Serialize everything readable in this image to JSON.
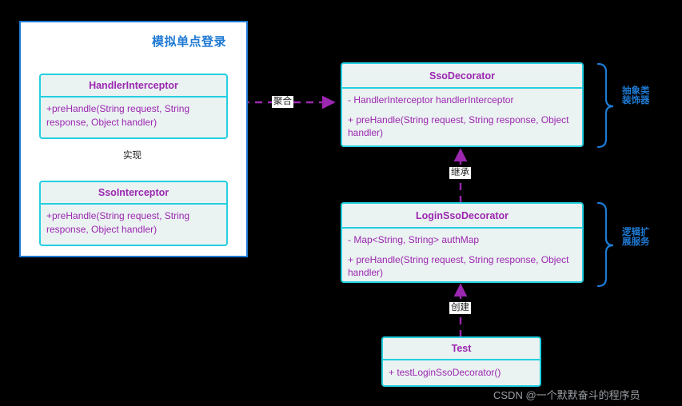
{
  "diagram": {
    "title": "模拟单点登录",
    "colors": {
      "background": "#000000",
      "group_border": "#1f7ad4",
      "group_fill": "#ffffff",
      "class_border": "#23cfe0",
      "class_fill": "#eaf2f2",
      "class_text": "#9c27b0",
      "connector": "#9c27b0",
      "annotation": "#1f7ad4",
      "watermark": "#9aa0a6"
    }
  },
  "classes": {
    "handler_interceptor": {
      "name": "HandlerInterceptor",
      "members": [
        "+preHandle(String request, String response, Object handler)"
      ]
    },
    "sso_interceptor": {
      "name": "SsoInterceptor",
      "members": [
        "+preHandle(String request, String response, Object handler)"
      ]
    },
    "sso_decorator": {
      "name": "SsoDecorator",
      "members": [
        "- HandlerInterceptor handlerInterceptor",
        "+ preHandle(String request, String response, Object handler)"
      ]
    },
    "login_sso_decorator": {
      "name": "LoginSsoDecorator",
      "members": [
        "- Map<String, String> authMap",
        "+ preHandle(String request, String response, Object handler)"
      ]
    },
    "test": {
      "name": "Test",
      "members": [
        "+ testLoginSsoDecorator()"
      ]
    }
  },
  "relations": {
    "aggregation": {
      "label": "聚合",
      "from": "HandlerInterceptor",
      "to": "SsoDecorator"
    },
    "realization": {
      "label": "实现",
      "from": "SsoInterceptor",
      "to": "HandlerInterceptor"
    },
    "inheritance": {
      "label": "继承",
      "from": "LoginSsoDecorator",
      "to": "SsoDecorator"
    },
    "creation": {
      "label": "创建",
      "from": "Test",
      "to": "LoginSsoDecorator"
    }
  },
  "annotations": {
    "decorator_note": {
      "line1": "抽象类",
      "line2": "装饰器"
    },
    "extension_note": {
      "line1": "逻辑扩",
      "line2": "展服务"
    }
  },
  "watermark": {
    "text": "CSDN @一个默默奋斗的程序员"
  }
}
